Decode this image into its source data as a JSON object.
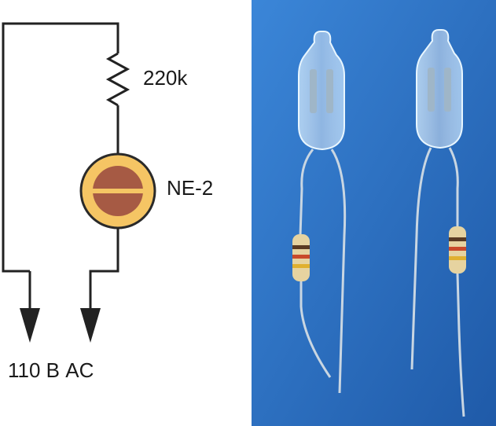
{
  "schematic": {
    "resistor_label": "220k",
    "lamp_label": "NE-2",
    "supply_label": "110 В AC"
  },
  "colors": {
    "wire": "#222222",
    "lamp_fill": "#f5c564",
    "lamp_ring": "#2a2a2a",
    "electrode": "#a65a44",
    "photo_background": "#2f72c4"
  },
  "photo": {
    "subject": "two neon indicator lamps with series resistors"
  }
}
